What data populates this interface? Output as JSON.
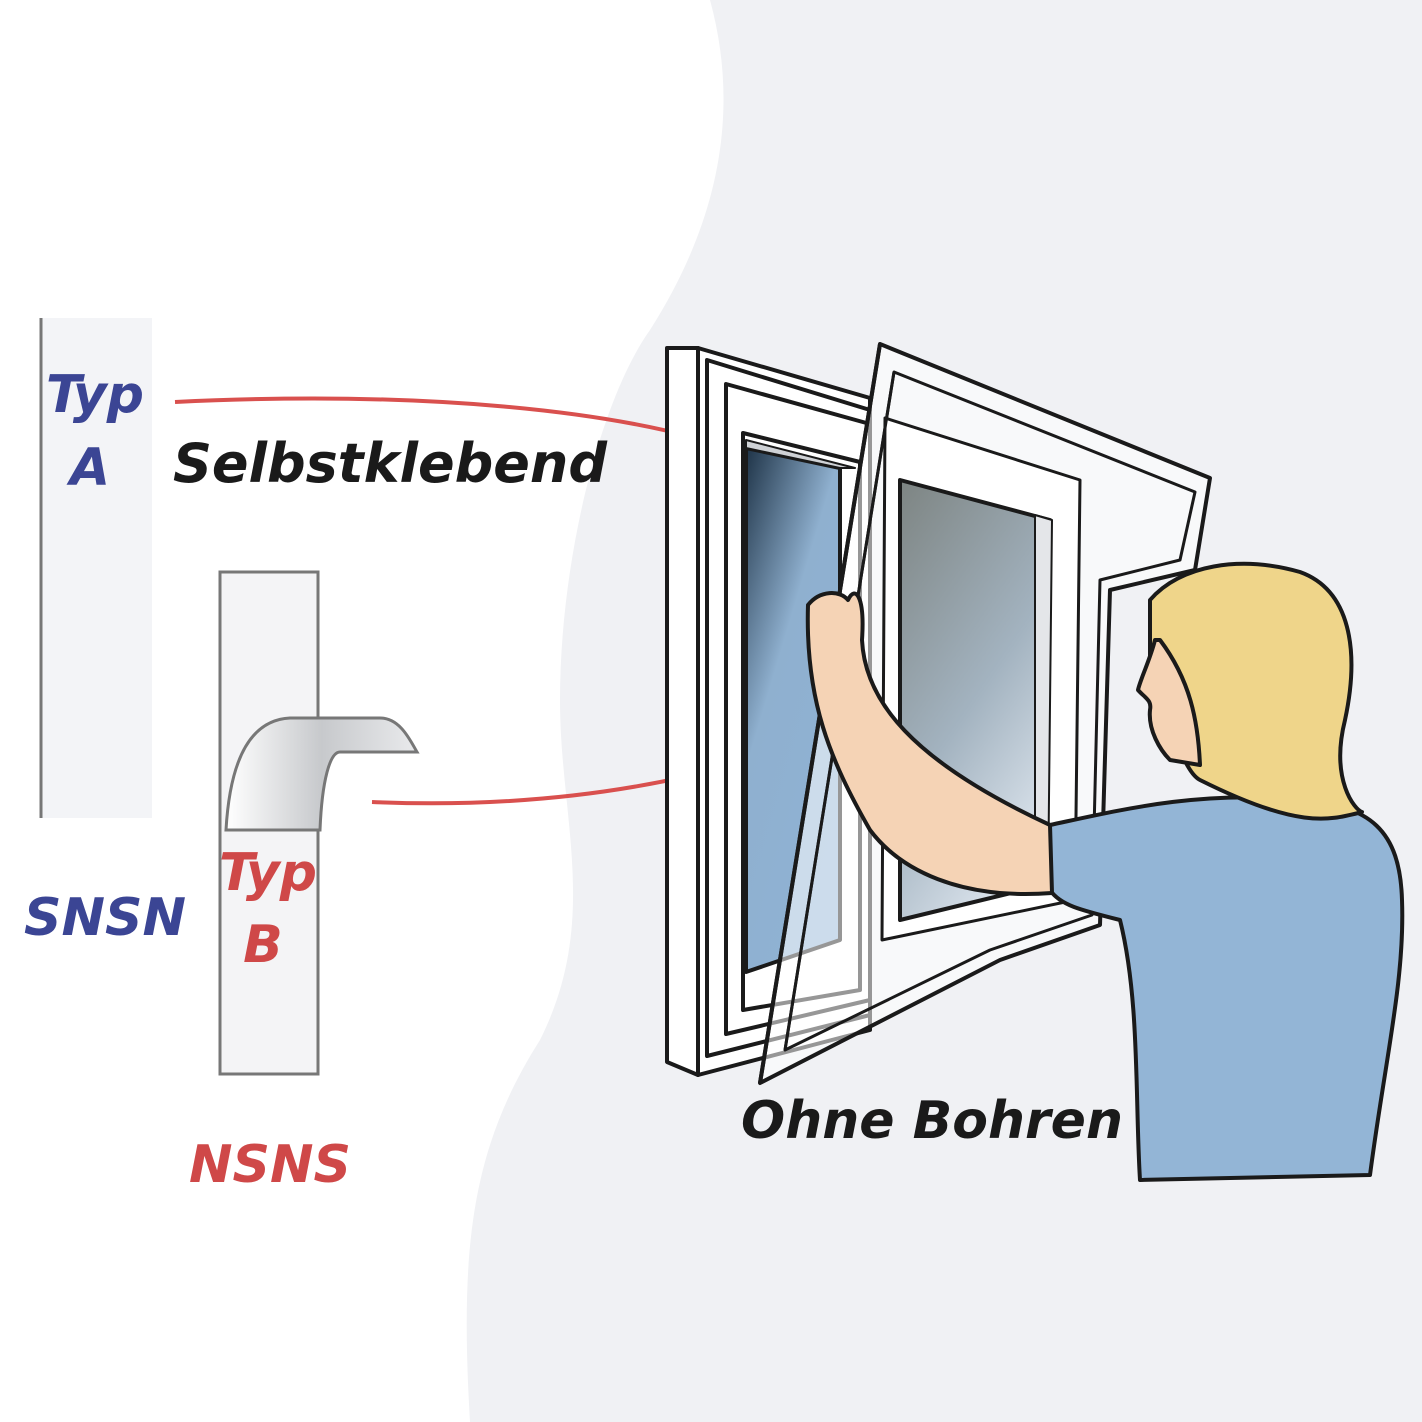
{
  "labels": {
    "typ_a_line1": "Typ",
    "typ_a_line2": "A",
    "typ_b_line1": "Typ",
    "typ_b_line2": "B",
    "selbstklebend": "Selbstklebend",
    "ohne_bohren": "Ohne Bohren",
    "snsn": "SNSN",
    "nsns": "NSNS"
  },
  "colors": {
    "blue_label": "#3b4594",
    "red_label": "#cf4848",
    "arrow": "#d9504e",
    "background_right": "#f0f1f4",
    "shirt": "#93b5d6",
    "hair": "#efd58a",
    "skin": "#f5d3b5",
    "outline": "#1a1a1a"
  },
  "icons": {
    "tape_a": "adhesive-strip-icon",
    "tape_b": "peeling-tape-icon",
    "window": "window-frame-icon",
    "screen": "fly-screen-frame-icon",
    "person": "woman-installing-icon"
  }
}
